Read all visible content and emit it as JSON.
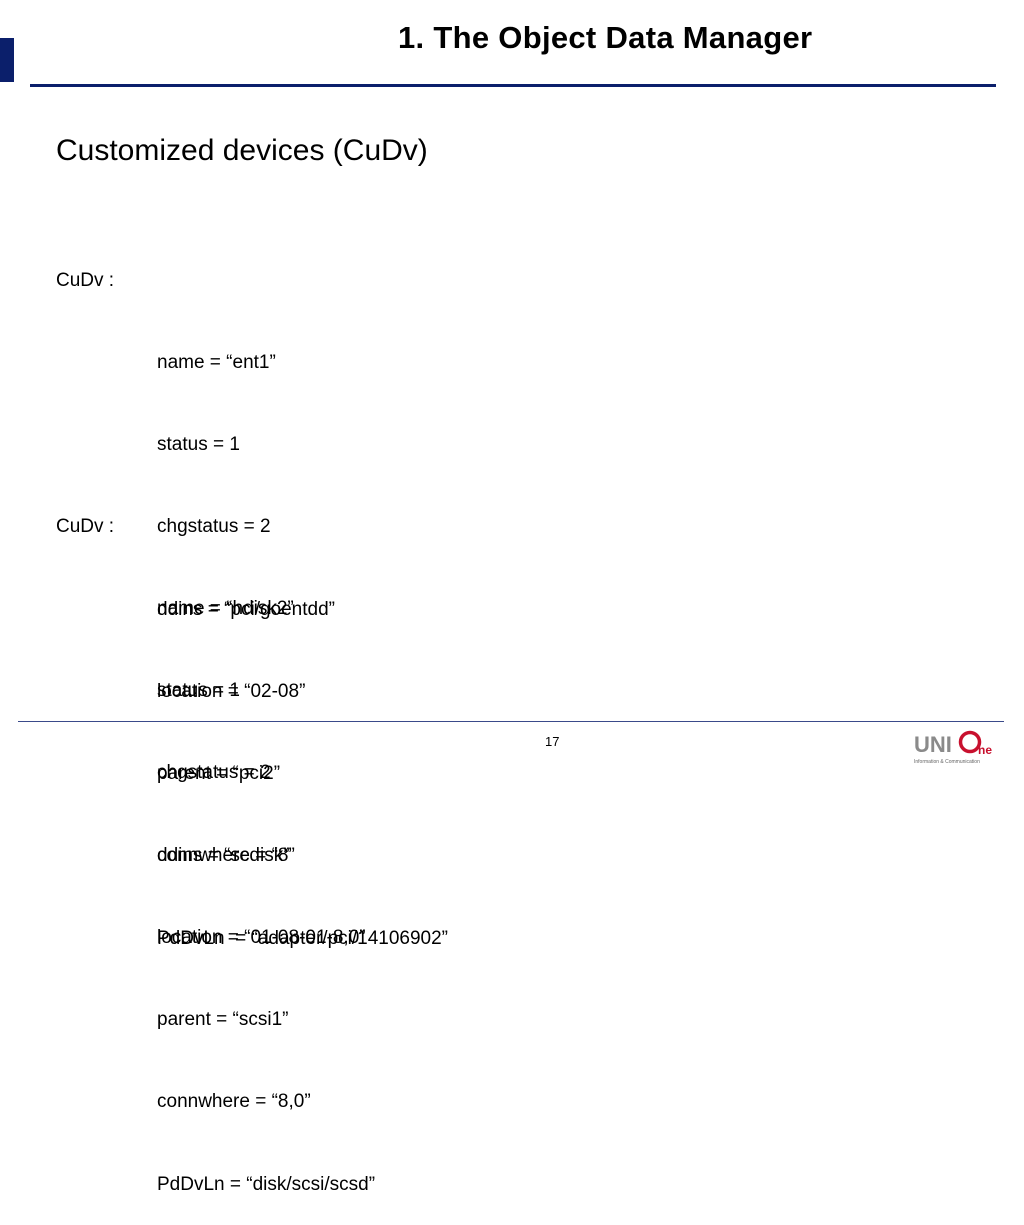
{
  "slide": {
    "title": "1. The Object Data Manager",
    "heading": "Customized devices (CuDv)",
    "page_number": "17"
  },
  "records": [
    {
      "header": "CuDv :",
      "fields": [
        "name = “ent1”",
        "status = 1",
        "chgstatus = 2",
        "ddins = “pci/goentdd”",
        "location = “02-08”",
        "parent = “pci2”",
        "connwhere = “8”",
        "PdDvLn  = “adapter/pci/14106902”"
      ]
    },
    {
      "header": "CuDv :",
      "fields": [
        "name = “hdisk2”",
        "status = 1",
        "chgstatus = 2",
        "ddins = “scdisk”",
        "location = “01-08-01-8,0”",
        "parent = “scsi1”",
        "connwhere = “8,0”",
        "PdDvLn = “disk/scsi/scsd”"
      ]
    }
  ],
  "logo": {
    "brand_text": "UNI",
    "brand_suffix": "ne",
    "tagline": "Information & Communication"
  },
  "colors": {
    "accent": "#0b1f6b",
    "logo_red": "#c8102e",
    "logo_gray": "#8a8a8a"
  }
}
